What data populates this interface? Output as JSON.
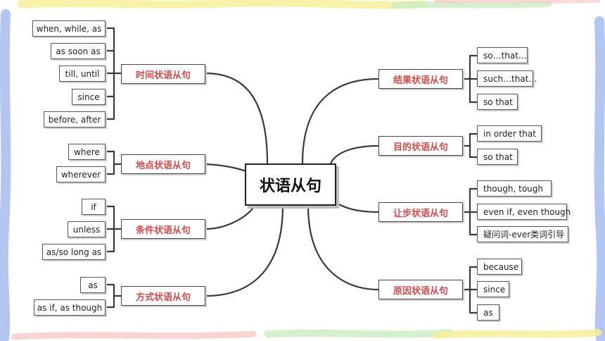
{
  "center": {
    "label": "状语从句"
  },
  "categories": [
    {
      "label": "时间状语从句",
      "items": [
        "when, while, as",
        "as soon as",
        "till, until",
        "since",
        "before, after"
      ]
    },
    {
      "label": "地点状语从句",
      "items": [
        "where",
        "wherever"
      ]
    },
    {
      "label": "条件状语从句",
      "items": [
        "if",
        "unless",
        "as/so long as"
      ]
    },
    {
      "label": "方式状语从句",
      "items": [
        "as",
        "as if, as though"
      ]
    },
    {
      "label": "结果状语从句",
      "items": [
        "so…that…",
        "such…that…",
        "so that"
      ]
    },
    {
      "label": "目的状语从句",
      "items": [
        "in order that",
        "so that"
      ]
    },
    {
      "label": "让步状语从句",
      "items": [
        "though, tough",
        "even if, even though",
        "疑问词-ever类词引导"
      ]
    },
    {
      "label": "原因状语从句",
      "items": [
        "because",
        "since",
        "as"
      ]
    }
  ],
  "colors": {
    "category_text": "#d24a4a",
    "line": "#3a3a3a",
    "deco_blue": "#9fb8ee",
    "deco_yellow": "#f6ef9a",
    "deco_pink": "#f7c9c9",
    "deco_green": "#c9ecc0"
  }
}
